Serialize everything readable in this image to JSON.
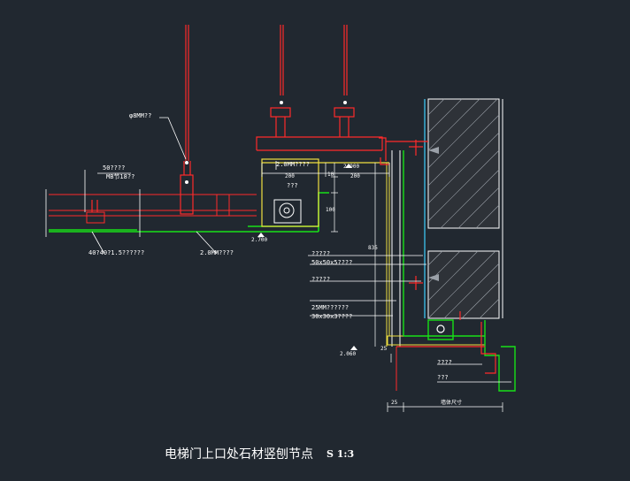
{
  "drawing": {
    "title": "电梯门上口处石材竖刨节点",
    "scale": "S 1:3"
  },
  "annotations": {
    "rod": "φ8MM??",
    "fifty": "50????",
    "mb": "MB节18??",
    "plate_2mm_top": "2.0MM????",
    "label_qqq": "???",
    "bolt_4040": "40?40?1.5??????",
    "plate_2mm_bottom": "2.0MM????",
    "right_1": "?????",
    "right_2": "50x50x5????",
    "right_3": "?????",
    "right_4": "25MM??????",
    "right_5": "30x30x3????",
    "bottom_1": "????",
    "bottom_2": "???"
  },
  "dimensions": {
    "d200a": "200",
    "d200b": "200",
    "d10": "10",
    "d100": "100",
    "elev_2900": "2.900",
    "elev_2700": "2.700",
    "elev_2060": "2.060",
    "d25": "25",
    "d835": "835",
    "d_bottom_25": "25",
    "d_bottom_wall": "墙体尺寸"
  },
  "colors": {
    "background": "#212830",
    "red": "#ff2a2a",
    "green": "#18e018",
    "yellow": "#f0e040",
    "cyan": "#3fd0ff",
    "white": "#ffffff"
  }
}
